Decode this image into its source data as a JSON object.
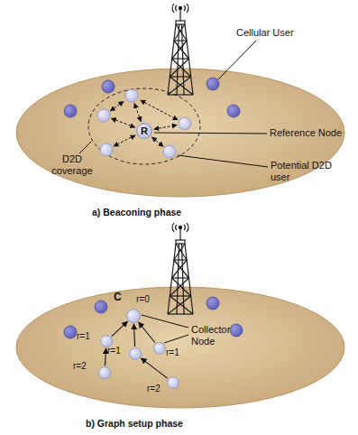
{
  "diagram": {
    "nodes": [
      {
        "text": [
          "R"
        ]
      },
      {
        "text": [
          "C",
          "r=0"
        ]
      },
      {
        "text": [
          "r=1"
        ]
      },
      {
        "text": [
          "r=2"
        ]
      },
      {
        "text": [
          "r=1"
        ]
      },
      {
        "text": [
          "r=1"
        ]
      },
      {
        "text": [
          "r=2"
        ]
      }
    ],
    "edges": [
      {
        "from": 2,
        "to": 1,
        "arrow": "to"
      },
      {
        "from": 3,
        "to": 2,
        "arrow": "to"
      },
      {
        "from": 4,
        "to": 1,
        "arrow": "to"
      },
      {
        "from": 5,
        "to": 1,
        "arrow": "to"
      },
      {
        "from": 6,
        "to": 4,
        "arrow": "to"
      }
    ],
    "labels": [
      "Cellular User",
      "D2D coverage",
      "Reference Node",
      "Potential D2D user",
      "a) Beaconing phase",
      "Collector Node",
      "b) Graph setup phase"
    ]
  }
}
